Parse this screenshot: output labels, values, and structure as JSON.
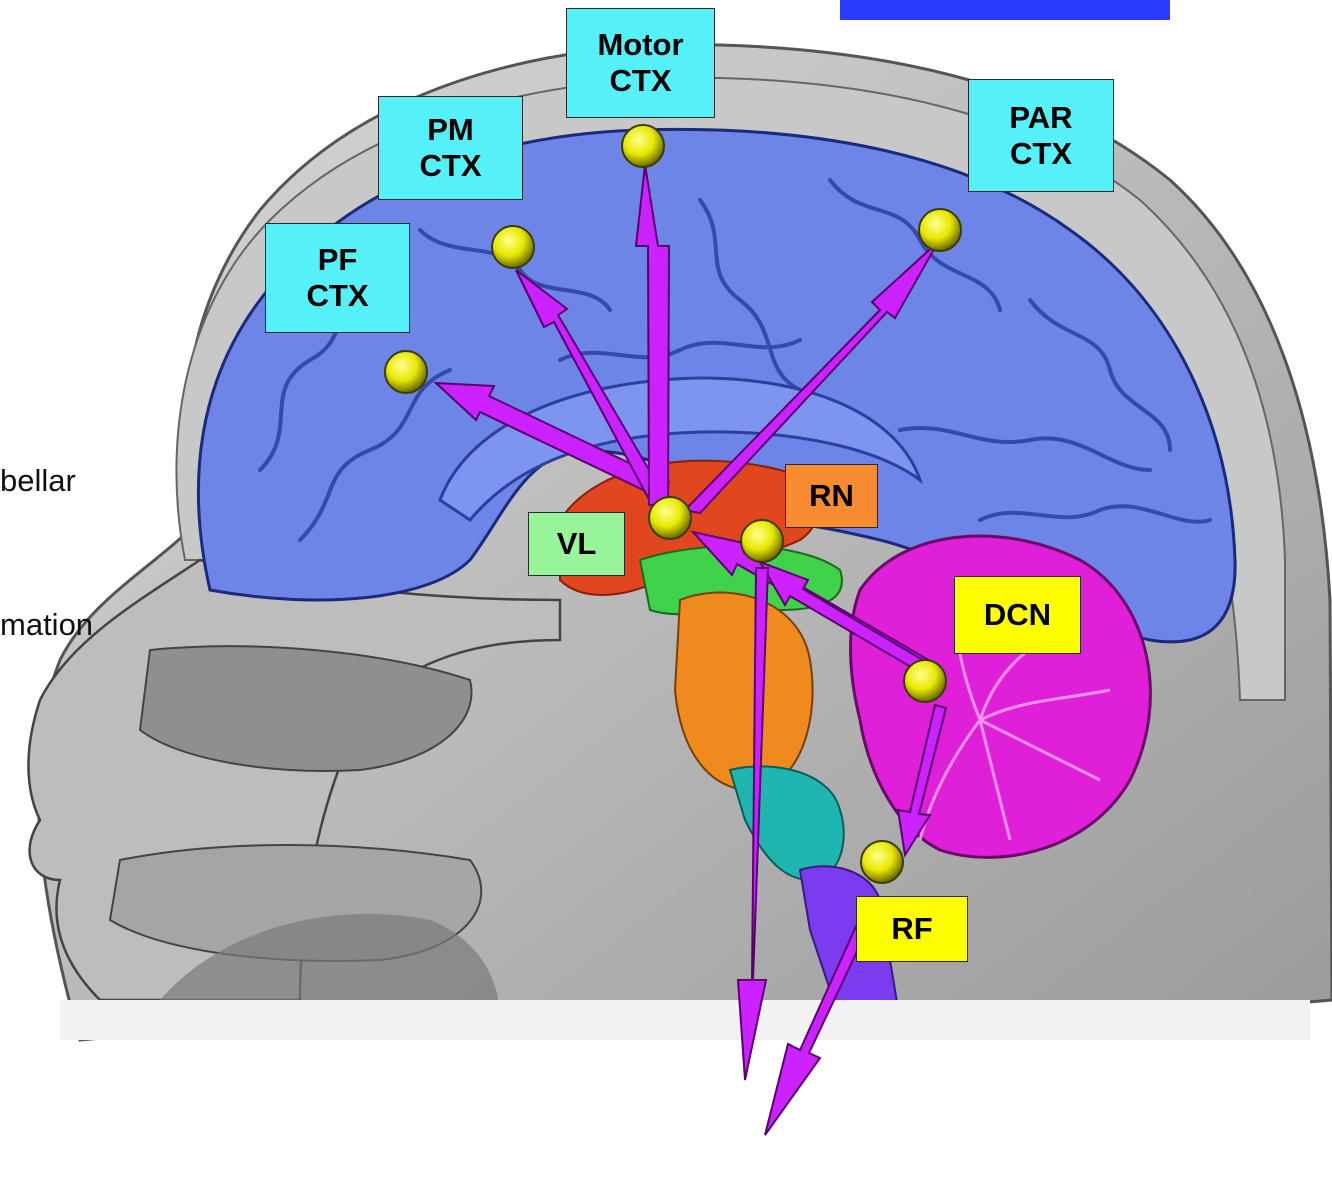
{
  "labels": {
    "motor_ctx": "Motor\nCTX",
    "pm_ctx": "PM\nCTX",
    "par_ctx": "PAR\nCTX",
    "pf_ctx": "PF\nCTX",
    "vl": "VL",
    "rn": "RN",
    "dcn": "DCN",
    "rf": "RF"
  },
  "side_text": {
    "line1": "bellar",
    "line2": "mation"
  },
  "colors": {
    "cortex_label": "#55f0f8",
    "vl_label": "#99f599",
    "rn_label": "#f78b32",
    "brainstem_label": "#ffff00",
    "arrow": "#cc22ff",
    "node": "#e6e600",
    "cerebrum": "#6c85e6",
    "cerebellum": "#e020d8"
  }
}
